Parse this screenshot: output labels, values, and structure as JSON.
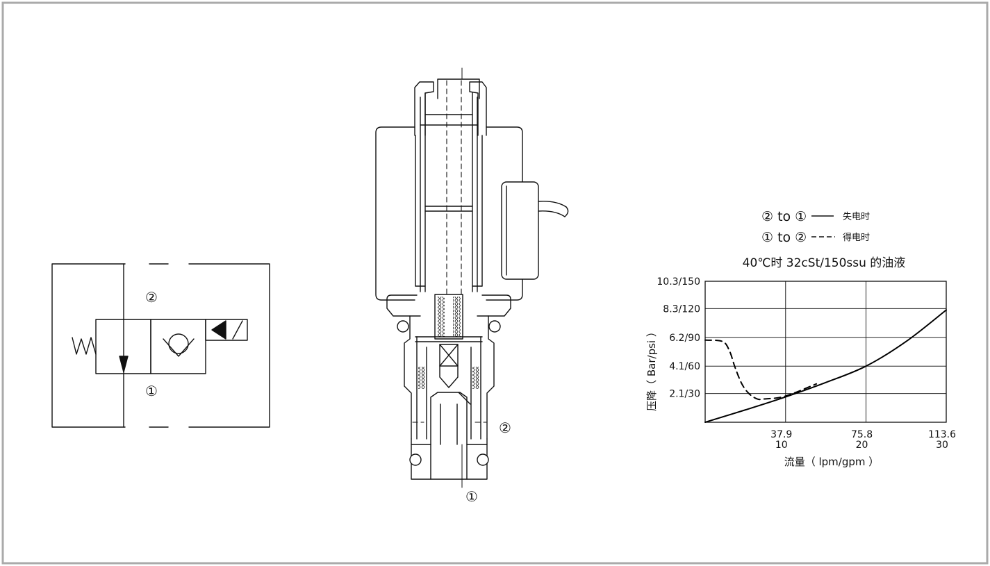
{
  "symbol": {
    "port_2_label": "②",
    "port_1_label": "①"
  },
  "cross_section": {
    "port_2_label": "②",
    "port_1_label": "①"
  },
  "chart_data": {
    "type": "line",
    "title": "40℃时 32cSt/150ssu 的油液",
    "xlabel": "流量（ lpm/gpm ）",
    "ylabel": "压降（ Bar/psi ）",
    "xlim": [
      0,
      113.6
    ],
    "ylim": [
      0,
      10.3
    ],
    "grid": true,
    "legend_placement": "top",
    "x_ticks": [
      {
        "value": 37.9,
        "label": "37.9",
        "label2": "10"
      },
      {
        "value": 75.8,
        "label": "75.8",
        "label2": "20"
      },
      {
        "value": 113.6,
        "label": "113.6",
        "label2": "30"
      }
    ],
    "y_ticks": [
      {
        "value": 10.3,
        "label": "10.3/150"
      },
      {
        "value": 8.3,
        "label": "8.3/120"
      },
      {
        "value": 6.2,
        "label": "6.2/90"
      },
      {
        "value": 4.1,
        "label": "4.1/60"
      },
      {
        "value": 2.1,
        "label": "2.1/30"
      }
    ],
    "series": [
      {
        "name": "② to ①",
        "legend_note": "失电时",
        "line_style": "solid",
        "color": "#000000",
        "x": [
          0,
          18.9,
          37.9,
          56.8,
          75.8,
          94.7,
          113.6
        ],
        "y": [
          0,
          0.9,
          1.85,
          2.9,
          4.1,
          5.9,
          8.2
        ]
      },
      {
        "name": "① to ②",
        "legend_note": "得电时",
        "line_style": "dashed",
        "color": "#000000",
        "x": [
          0,
          8.2,
          11.5,
          14.1,
          17.3,
          20.6,
          24.5,
          27.8,
          37.6,
          52.4
        ],
        "y": [
          6.0,
          5.9,
          5.2,
          4.0,
          2.8,
          2.1,
          1.7,
          1.7,
          1.9,
          2.8
        ]
      }
    ]
  }
}
